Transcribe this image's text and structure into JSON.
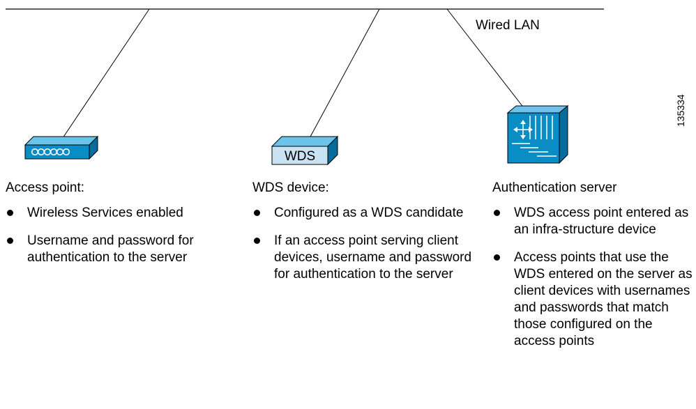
{
  "network": {
    "label": "Wired LAN"
  },
  "figure_id": "135334",
  "devices": {
    "access_point": {
      "title": "Access point:",
      "items": [
        "Wireless Services enabled",
        "Username and password for authentication to the server"
      ]
    },
    "wds_device": {
      "icon_label": "WDS",
      "title": "WDS device:",
      "items": [
        "Configured as a WDS candidate",
        "If an access point serving client devices, username and password for authentication to the server"
      ]
    },
    "auth_server": {
      "title": "Authentication server",
      "items": [
        "WDS access point entered as an infra-structure device",
        "Access points that use the WDS entered on the server as client devices with usernames and passwords that match those configured on the access points"
      ]
    }
  },
  "colors": {
    "device_front": "#0a8cc4",
    "device_top": "#6cc2e8",
    "device_side": "#056c9c",
    "wds_front": "#c9e3f2",
    "line": "#000000"
  }
}
